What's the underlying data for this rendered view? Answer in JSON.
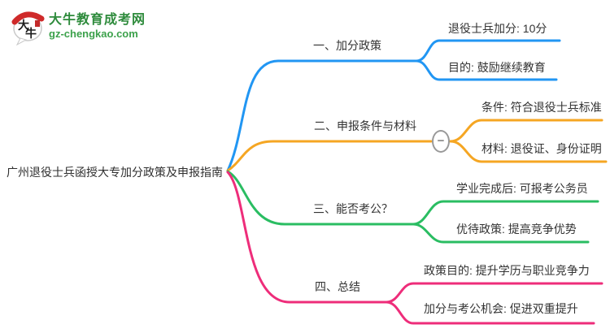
{
  "logo": {
    "name": "大牛教育成考网",
    "domain": "gz-chengkao.com",
    "icon_char_1": "大",
    "icon_char_2": "牛",
    "colors": {
      "brand_green": "#2e8b3c",
      "brand_red": "#cf2a2a"
    }
  },
  "mindmap": {
    "root": "广州退役士兵函授大专加分政策及申报指南",
    "toggle_glyph": "−",
    "colors": {
      "branch1_blue": "#2196f3",
      "branch2_orange": "#f5a623",
      "branch3_green": "#2abd62",
      "branch4_pink": "#ee2d7a",
      "toggle_gray": "#999999",
      "text": "#333333"
    },
    "branches": [
      {
        "label": "一、加分政策",
        "color": "#2196f3",
        "children": [
          {
            "text": "退役士兵加分: 10分"
          },
          {
            "text": "目的: 鼓励继续教育"
          }
        ]
      },
      {
        "label": "二、申报条件与材料",
        "color": "#f5a623",
        "children": [
          {
            "text": "条件: 符合退役士兵标准"
          },
          {
            "text": "材料: 退役证、身份证明"
          }
        ]
      },
      {
        "label": "三、能否考公？",
        "color": "#2abd62",
        "children": [
          {
            "text": "学业完成后: 可报考公务员"
          },
          {
            "text": "优待政策: 提高竞争优势"
          }
        ]
      },
      {
        "label": "四、总结",
        "color": "#ee2d7a",
        "children": [
          {
            "text": "政策目的: 提升学历与职业竞争力"
          },
          {
            "text": "加分与考公机会: 促进双重提升"
          }
        ]
      }
    ]
  }
}
